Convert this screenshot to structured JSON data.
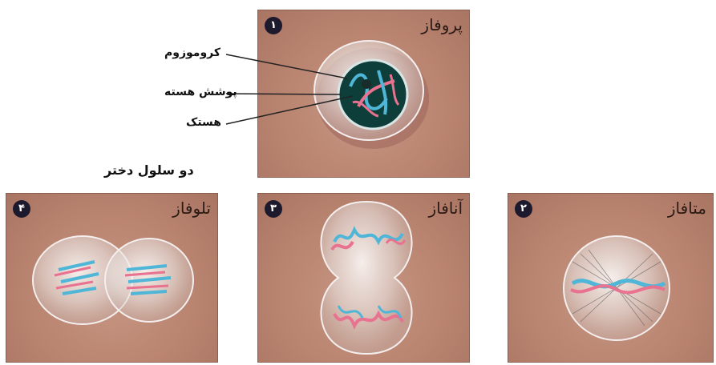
{
  "stages": [
    {
      "id": "prophase",
      "badge": "۱",
      "label": "پروفاز"
    },
    {
      "id": "metaphase",
      "badge": "۲",
      "label": "متافاز"
    },
    {
      "id": "anaphase",
      "badge": "۳",
      "label": "آنافاز"
    },
    {
      "id": "telophase",
      "badge": "۴",
      "label": "تلوفاز"
    }
  ],
  "callouts": {
    "chromosome": "کروموزوم",
    "nuclear_envelope": "پوشش هسته",
    "nucleolus": "هستک"
  },
  "daughter_cells_label": "دو سلول دختر",
  "colors": {
    "panel_bg": "#b98470",
    "chromosome_pink": "#e8728f",
    "chromosome_blue": "#4fb6d8",
    "nucleus_dark": "#0e3e3a"
  }
}
